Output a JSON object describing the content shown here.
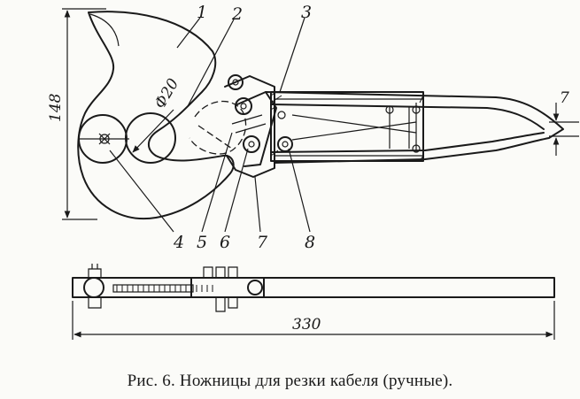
{
  "figure": {
    "caption": "Рис. 6. Ножницы для резки кабеля (ручные)."
  },
  "dimensions": {
    "height": "148",
    "length": "330",
    "diameter": "Ф20",
    "gap": "7"
  },
  "part_labels": {
    "p1": "1",
    "p2": "2",
    "p3": "3",
    "p4": "4",
    "p5": "5",
    "p6": "6",
    "p7": "7",
    "p8": "8"
  }
}
